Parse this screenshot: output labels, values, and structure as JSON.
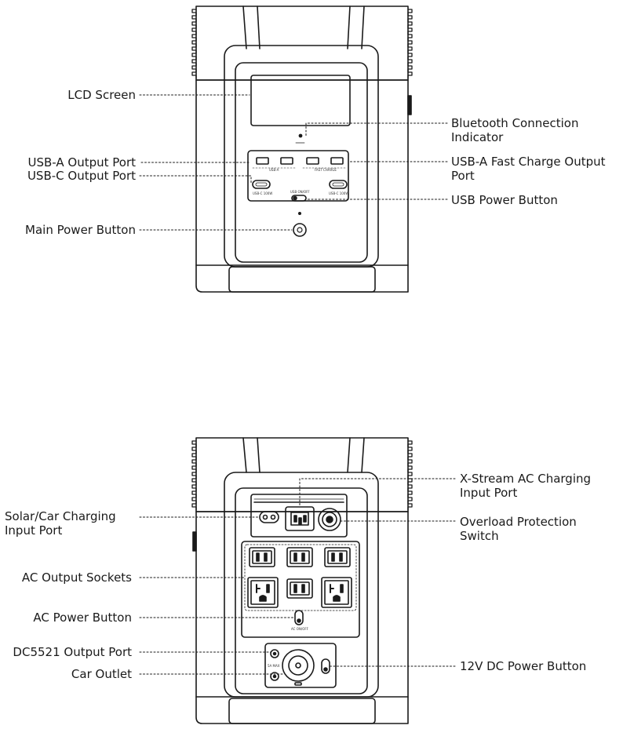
{
  "front_view": {
    "labels": {
      "lcd_screen": "LCD Screen",
      "usb_a_output": "USB-A Output Port",
      "usb_c_output": "USB-C Output Port",
      "main_power": "Main Power Button",
      "bluetooth_line1": "Bluetooth Connection",
      "bluetooth_line2": "Indicator",
      "usb_a_fast_line1": "USB-A Fast Charge Output",
      "usb_a_fast_line2": "Port",
      "usb_power": "USB Power Button"
    },
    "panel_text": {
      "usb_a": "USB-A",
      "fast_charge": "FAST CHARGE",
      "usb_c_left": "USB-C 100W",
      "usb_c_right": "USB-C 100W",
      "usb_on_off": "USB ON/OFF"
    }
  },
  "rear_view": {
    "labels": {
      "solar_car_line1": "Solar/Car Charging",
      "solar_car_line2": "Input Port",
      "ac_outputs": "AC Output Sockets",
      "ac_power": "AC Power Button",
      "dc5521": "DC5521 Output Port",
      "car_outlet": "Car Outlet",
      "xstream_line1": "X-Stream AC Charging",
      "xstream_line2": "Input Port",
      "overload_line1": "Overload Protection",
      "overload_line2": "Switch",
      "dc12v_power": "12V DC Power Button"
    },
    "panel_text": {
      "ac_on_off": "AC ON/OFF",
      "amp_rating": "5A MAX"
    }
  }
}
